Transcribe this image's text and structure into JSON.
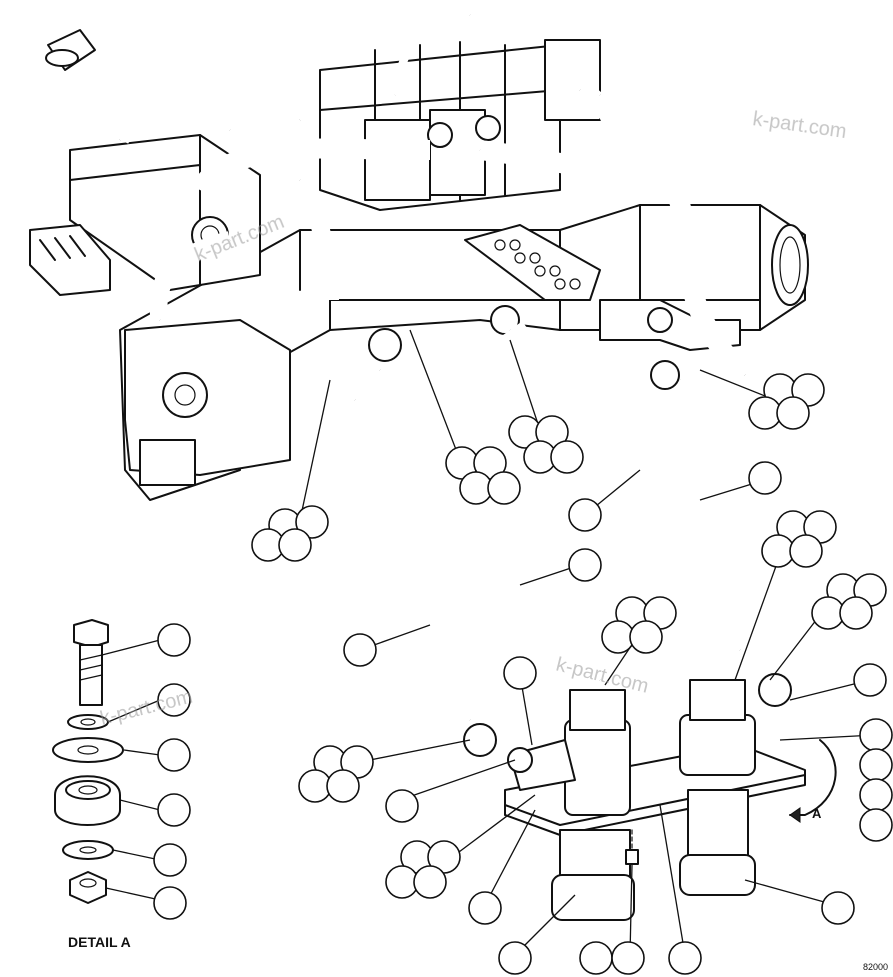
{
  "figure": {
    "detail_label": "DETAIL A",
    "view_arrow_label": "A",
    "figure_code": "82000",
    "watermark": "k-part.com"
  },
  "icons": {
    "balloons": "callout-balloon",
    "view_arrow": "rotation-arrow-icon"
  }
}
